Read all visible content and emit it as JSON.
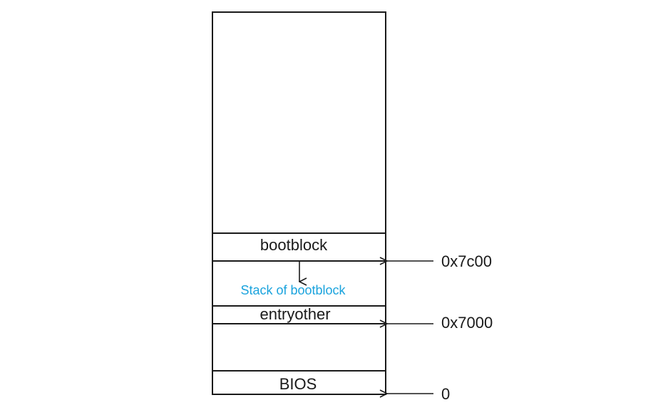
{
  "regions": {
    "bootblock": "bootblock",
    "stack": "Stack of bootblock",
    "entryother": "entryother",
    "bios": "BIOS"
  },
  "addresses": {
    "bootblock_start": "0x7c00",
    "entryother_start": "0x7000",
    "zero": "0"
  },
  "colors": {
    "stack_text": "#1aa3dd",
    "line": "#1a1a1a"
  }
}
